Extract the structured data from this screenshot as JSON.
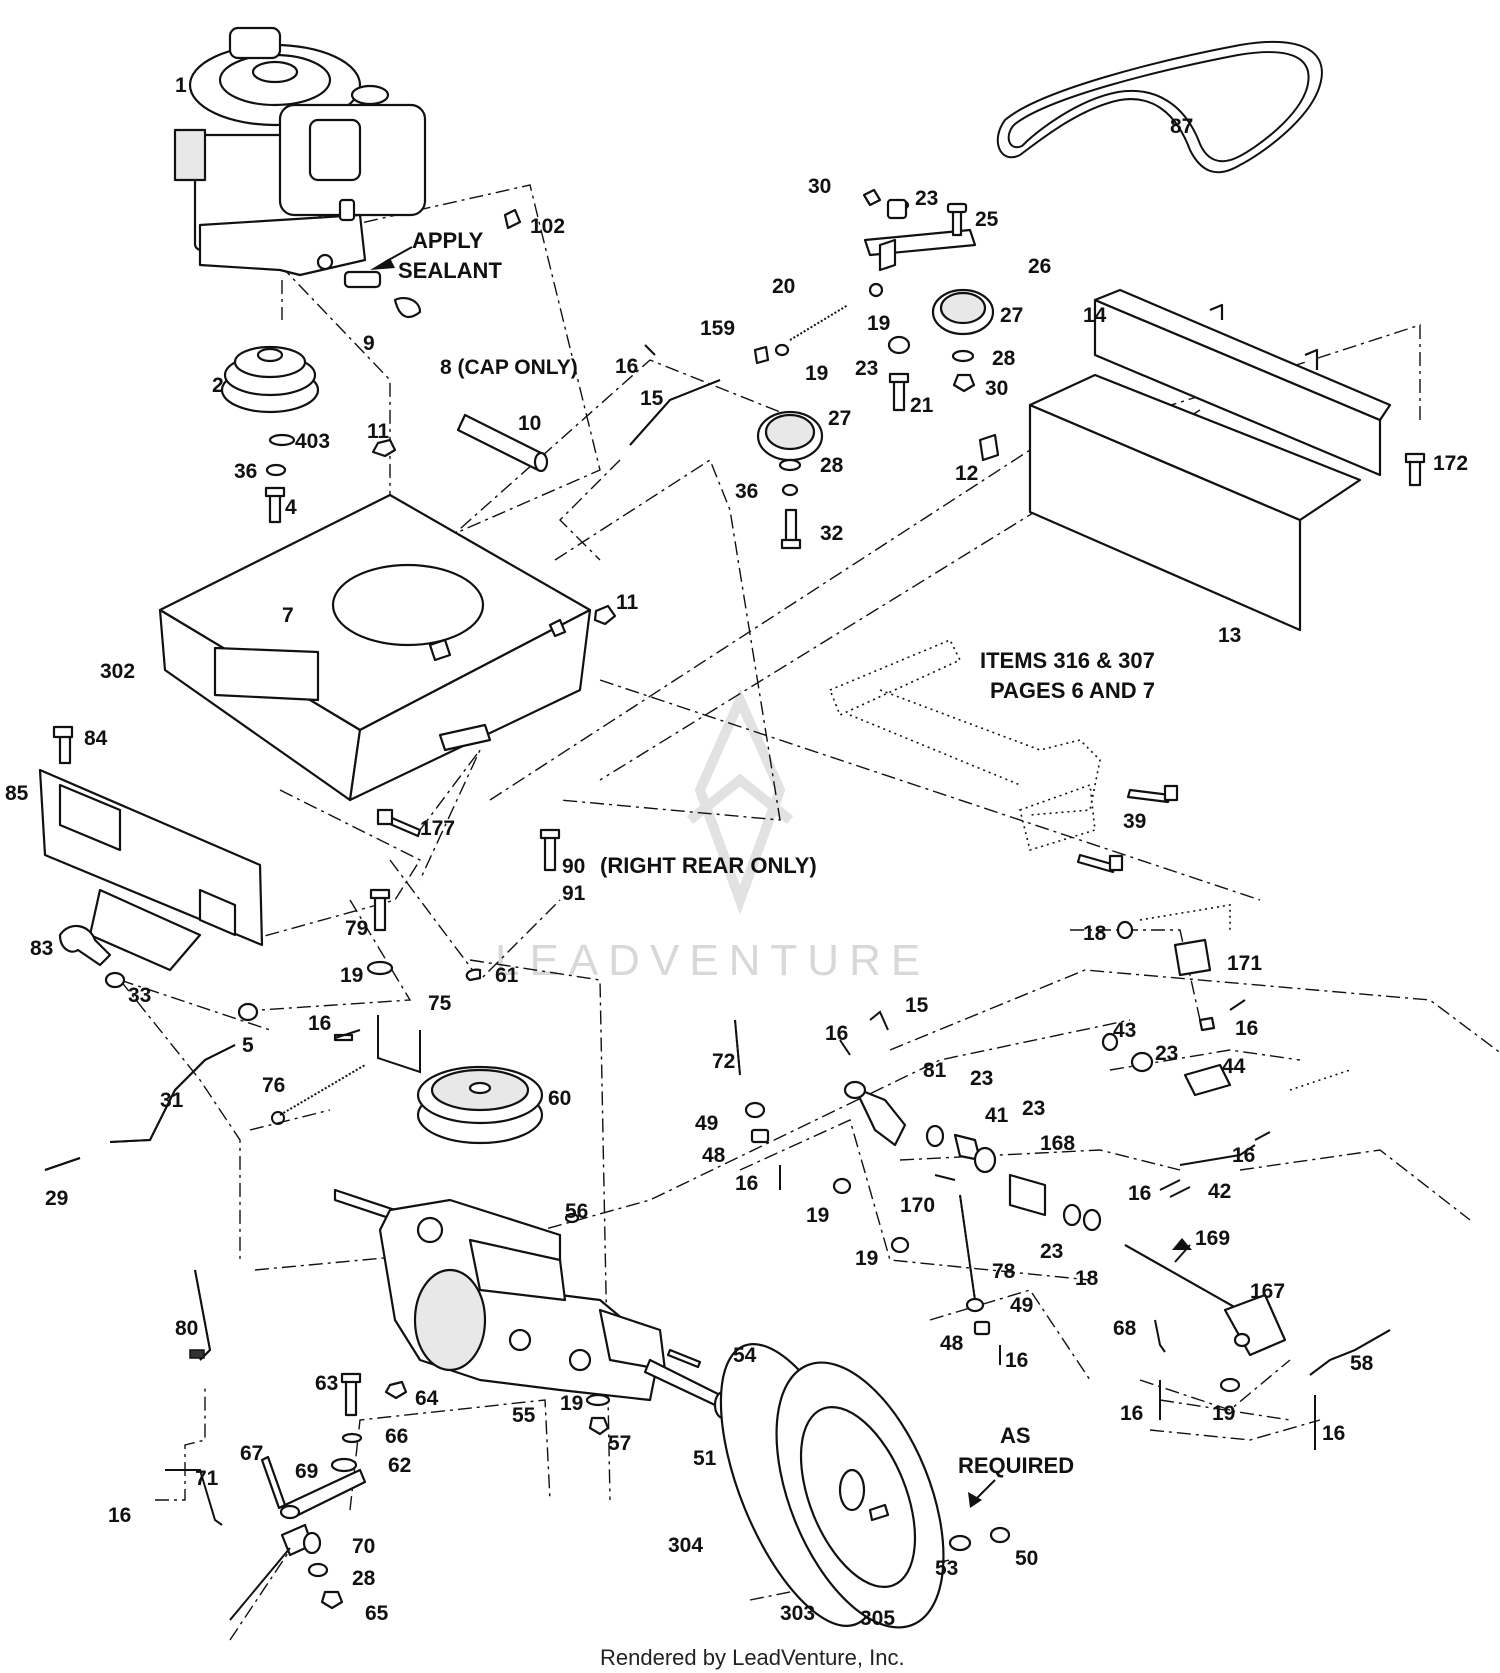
{
  "callouts": [
    {
      "id": "c1",
      "text": "1"
    },
    {
      "id": "c102",
      "text": "102"
    },
    {
      "id": "c2",
      "text": "2"
    },
    {
      "id": "c403",
      "text": "403"
    },
    {
      "id": "c36a",
      "text": "36"
    },
    {
      "id": "c4",
      "text": "4"
    },
    {
      "id": "c9",
      "text": "9"
    },
    {
      "id": "c8",
      "text": "8 (CAP ONLY)"
    },
    {
      "id": "c10",
      "text": "10"
    },
    {
      "id": "c11a",
      "text": "11"
    },
    {
      "id": "c11b",
      "text": "11"
    },
    {
      "id": "c7",
      "text": "7"
    },
    {
      "id": "c302",
      "text": "302"
    },
    {
      "id": "c84",
      "text": "84"
    },
    {
      "id": "c85",
      "text": "85"
    },
    {
      "id": "c177",
      "text": "177"
    },
    {
      "id": "c90",
      "text": "90"
    },
    {
      "id": "c91",
      "text": "91"
    },
    {
      "id": "c79",
      "text": "79"
    },
    {
      "id": "c19a",
      "text": "19"
    },
    {
      "id": "c83",
      "text": "83"
    },
    {
      "id": "c33",
      "text": "33"
    },
    {
      "id": "c5",
      "text": "5"
    },
    {
      "id": "c31",
      "text": "31"
    },
    {
      "id": "c29",
      "text": "29"
    },
    {
      "id": "c16a",
      "text": "16"
    },
    {
      "id": "c75",
      "text": "75"
    },
    {
      "id": "c61",
      "text": "61"
    },
    {
      "id": "c76",
      "text": "76"
    },
    {
      "id": "c60",
      "text": "60"
    },
    {
      "id": "c80",
      "text": "80"
    },
    {
      "id": "c56",
      "text": "56"
    },
    {
      "id": "c55",
      "text": "55"
    },
    {
      "id": "c64",
      "text": "64"
    },
    {
      "id": "c63",
      "text": "63"
    },
    {
      "id": "c66",
      "text": "66"
    },
    {
      "id": "c62",
      "text": "62"
    },
    {
      "id": "c67",
      "text": "67"
    },
    {
      "id": "c69",
      "text": "69"
    },
    {
      "id": "c71",
      "text": "71"
    },
    {
      "id": "c16b",
      "text": "16"
    },
    {
      "id": "c70",
      "text": "70"
    },
    {
      "id": "c28a",
      "text": "28"
    },
    {
      "id": "c65",
      "text": "65"
    },
    {
      "id": "c54",
      "text": "54"
    },
    {
      "id": "c19b",
      "text": "19"
    },
    {
      "id": "c57",
      "text": "57"
    },
    {
      "id": "c51",
      "text": "51"
    },
    {
      "id": "c304",
      "text": "304"
    },
    {
      "id": "c303",
      "text": "303"
    },
    {
      "id": "c305",
      "text": "305"
    },
    {
      "id": "c53",
      "text": "53"
    },
    {
      "id": "c50",
      "text": "50"
    },
    {
      "id": "c87",
      "text": "87"
    },
    {
      "id": "c30a",
      "text": "30"
    },
    {
      "id": "c23a",
      "text": "23"
    },
    {
      "id": "c25",
      "text": "25"
    },
    {
      "id": "c26",
      "text": "26"
    },
    {
      "id": "c20",
      "text": "20"
    },
    {
      "id": "c19c",
      "text": "19"
    },
    {
      "id": "c27a",
      "text": "27"
    },
    {
      "id": "c159",
      "text": "159"
    },
    {
      "id": "c19d",
      "text": "19"
    },
    {
      "id": "c16c",
      "text": "16"
    },
    {
      "id": "c15a",
      "text": "15"
    },
    {
      "id": "c23b",
      "text": "23"
    },
    {
      "id": "c21",
      "text": "21"
    },
    {
      "id": "c28b",
      "text": "28"
    },
    {
      "id": "c30b",
      "text": "30"
    },
    {
      "id": "c27b",
      "text": "27"
    },
    {
      "id": "c28c",
      "text": "28"
    },
    {
      "id": "c36b",
      "text": "36"
    },
    {
      "id": "c32",
      "text": "32"
    },
    {
      "id": "c14",
      "text": "14"
    },
    {
      "id": "c12",
      "text": "12"
    },
    {
      "id": "c172",
      "text": "172"
    },
    {
      "id": "c13",
      "text": "13"
    },
    {
      "id": "c39",
      "text": "39"
    },
    {
      "id": "c18a",
      "text": "18"
    },
    {
      "id": "c171",
      "text": "171"
    },
    {
      "id": "c16d",
      "text": "16"
    },
    {
      "id": "c43",
      "text": "43"
    },
    {
      "id": "c23c",
      "text": "23"
    },
    {
      "id": "c44",
      "text": "44"
    },
    {
      "id": "c15b",
      "text": "15"
    },
    {
      "id": "c16e",
      "text": "16"
    },
    {
      "id": "c72",
      "text": "72"
    },
    {
      "id": "c81",
      "text": "81"
    },
    {
      "id": "c23d",
      "text": "23"
    },
    {
      "id": "c41",
      "text": "41"
    },
    {
      "id": "c23e",
      "text": "23"
    },
    {
      "id": "c168",
      "text": "168"
    },
    {
      "id": "c49a",
      "text": "49"
    },
    {
      "id": "c48a",
      "text": "48"
    },
    {
      "id": "c16f",
      "text": "16"
    },
    {
      "id": "c19e",
      "text": "19"
    },
    {
      "id": "c170",
      "text": "170"
    },
    {
      "id": "c16g",
      "text": "16"
    },
    {
      "id": "c16h",
      "text": "16"
    },
    {
      "id": "c42",
      "text": "42"
    },
    {
      "id": "c19f",
      "text": "19"
    },
    {
      "id": "c23f",
      "text": "23"
    },
    {
      "id": "c18b",
      "text": "18"
    },
    {
      "id": "c169",
      "text": "169"
    },
    {
      "id": "c78",
      "text": "78"
    },
    {
      "id": "c49b",
      "text": "49"
    },
    {
      "id": "c48b",
      "text": "48"
    },
    {
      "id": "c16i",
      "text": "16"
    },
    {
      "id": "c167",
      "text": "167"
    },
    {
      "id": "c68",
      "text": "68"
    },
    {
      "id": "c58",
      "text": "58"
    },
    {
      "id": "c16j",
      "text": "16"
    },
    {
      "id": "c19g",
      "text": "19"
    },
    {
      "id": "c16k",
      "text": "16"
    }
  ],
  "notes": {
    "apply_sealant_1": "APPLY",
    "apply_sealant_2": "SEALANT",
    "items_ref_1": "ITEMS 316 & 307",
    "items_ref_2": "PAGES 6 AND 7",
    "right_rear": "(RIGHT REAR ONLY)",
    "as_required_1": "AS",
    "as_required_2": "REQUIRED"
  },
  "watermark": "LEADVENTURE",
  "footer": "Rendered by LeadVenture, Inc."
}
